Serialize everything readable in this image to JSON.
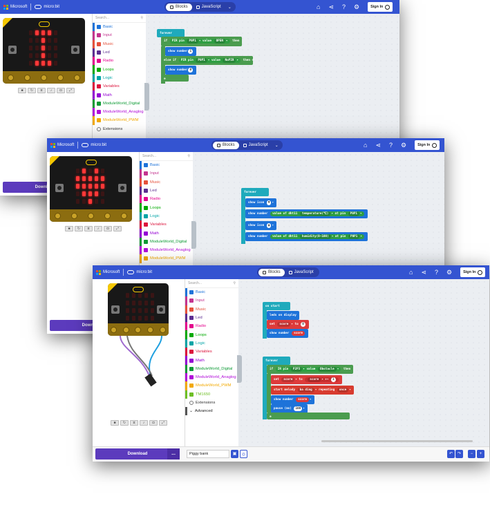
{
  "colors": {
    "topbar": "#3454d1",
    "download": "#5c3bbd",
    "canvas": "#ebeef2",
    "led_on": "#ff3838"
  },
  "header": {
    "microsoft_label": "Microsoft",
    "microbit_label": "micro:bit",
    "blocks_label": "Blocks",
    "javascript_label": "JavaScript",
    "icons": [
      "home-icon",
      "share-icon",
      "help-icon",
      "settings-icon"
    ],
    "sign_in_label": "Sign In"
  },
  "toolbox": {
    "search_placeholder": "Search...",
    "categories": [
      {
        "label": "Basic",
        "color": "#1e73d9"
      },
      {
        "label": "Input",
        "color": "#c4348f"
      },
      {
        "label": "Music",
        "color": "#e5513b"
      },
      {
        "label": "Led",
        "color": "#5c2d91"
      },
      {
        "label": "Radio",
        "color": "#e3008c"
      },
      {
        "label": "Loops",
        "color": "#00aa00"
      },
      {
        "label": "Logic",
        "color": "#00a4a6"
      },
      {
        "label": "Variables",
        "color": "#dc143c"
      },
      {
        "label": "Math",
        "color": "#9400d3"
      },
      {
        "label": "ModuleWorld_Digital",
        "color": "#0d9a35"
      },
      {
        "label": "ModuleWorld_Anaglog",
        "color": "#b00ad8"
      },
      {
        "label": "ModuleWorld_PWM",
        "color": "#f2a900"
      }
    ],
    "extra_categories": [
      {
        "label": "TM1650",
        "color": "#6ebf25"
      }
    ],
    "extensions_label": "Extensions",
    "advanced_label": "Advanced"
  },
  "simulator": {
    "pin_labels": [
      "0",
      "1",
      "2",
      "3V",
      "GND"
    ],
    "download_label": "Download",
    "more_label": "..."
  },
  "window1": {
    "leds": [
      [
        0,
        1,
        1,
        1,
        0
      ],
      [
        0,
        0,
        1,
        0,
        0
      ],
      [
        0,
        0,
        1,
        0,
        0
      ],
      [
        0,
        0,
        1,
        0,
        0
      ],
      [
        0,
        1,
        1,
        1,
        0
      ]
    ],
    "forever": "forever",
    "if": "if",
    "pir1": "PIR pin",
    "pin1": "P0P1",
    "value1": "value",
    "state1": "OPEN",
    "then": "then",
    "show_number": "show number",
    "n1": "1",
    "else_if": "else if",
    "pir2": "PIR pin",
    "pin2": "P0P1",
    "value2": "value",
    "state2": "NoPIR",
    "n2": "0"
  },
  "window2": {
    "leds": [
      [
        0,
        1,
        0,
        1,
        0
      ],
      [
        1,
        1,
        1,
        1,
        1
      ],
      [
        1,
        1,
        1,
        1,
        1
      ],
      [
        0,
        1,
        1,
        1,
        0
      ],
      [
        0,
        0,
        1,
        0,
        0
      ]
    ],
    "forever": "forever",
    "show_icon": "show icon",
    "show_number": "show number",
    "value_of": "value of dht11",
    "temperature": "temperature(℃)",
    "at_pin": "at pin",
    "pin": "P0P1",
    "humidity": "humidity(0~100)"
  },
  "window3": {
    "on_start": "on start",
    "leds_on_display": "leds on display",
    "set": "set",
    "score": "score",
    "to": "to",
    "zero": "0",
    "show_number": "show number",
    "forever": "forever",
    "if": "if",
    "ir_pin": "IR pin",
    "pin": "P2P3",
    "value": "value",
    "obstacle": "Obstacle",
    "then": "then",
    "plus": "+",
    "one": "1",
    "start_melody": "start melody",
    "ba_ding": "ba ding",
    "repeating": "repeating",
    "once": "once",
    "pause": "pause (ms)",
    "ms": "100",
    "project_name": "Piggy bank"
  }
}
